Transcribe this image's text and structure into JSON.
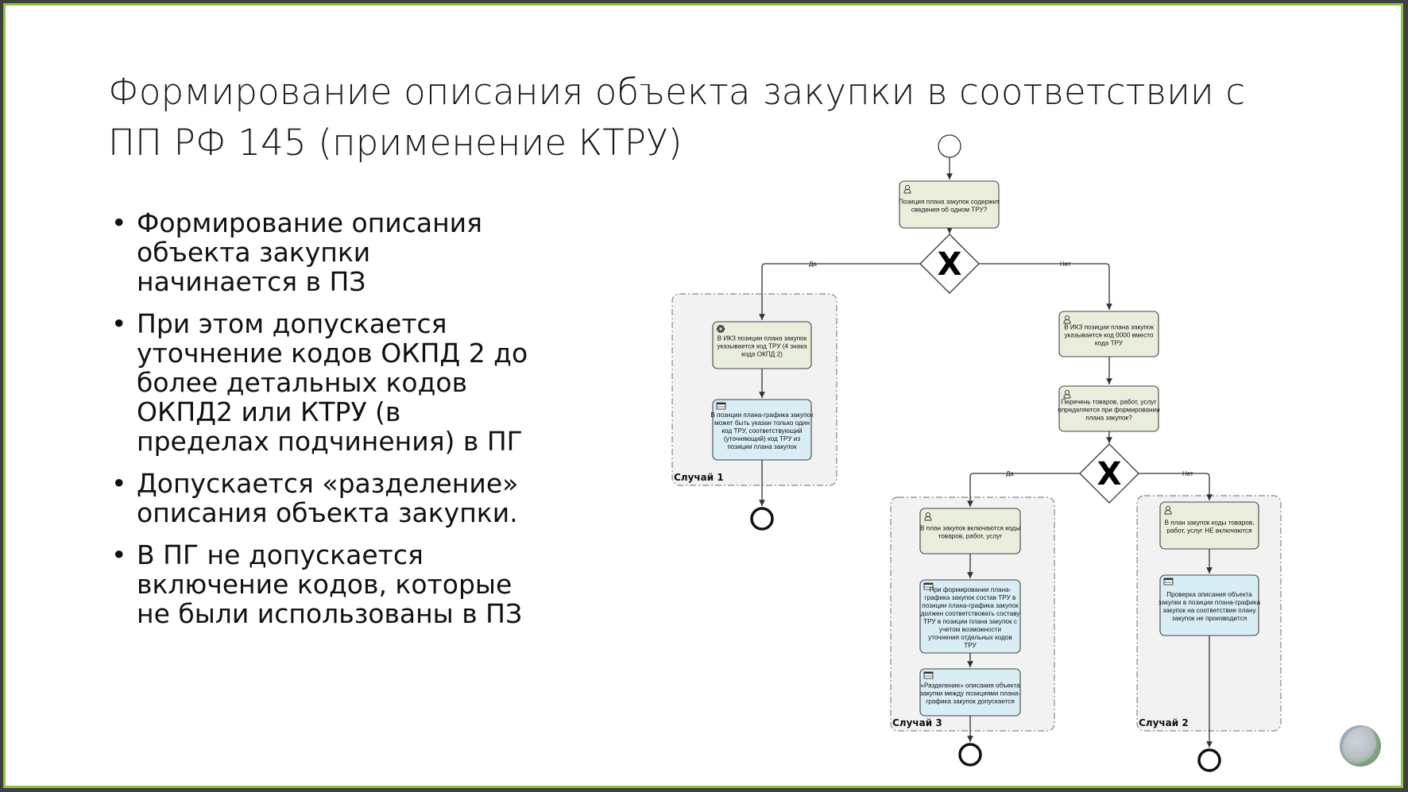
{
  "slide": {
    "title_lines": [
      "Формирование описания объекта закупки в соответствии с",
      "ПП РФ 145 (применение КТРУ)"
    ],
    "bullet_symbol": "•",
    "bullets": [
      "Формирование описания объекта закупки начинается в ПЗ",
      "При этом допускается уточнение кодов ОКПД 2 до более детальных кодов ОКПД2 или КТРУ (в пределах подчинения) в ПГ",
      "Допускается «разделение» описания объекта закупки.",
      "В ПГ не допускается включение кодов, которые не были использованы в ПЗ"
    ],
    "colors": {
      "frame": "#3f3f3f",
      "slide_border": "#8dc63f",
      "user_task_fill": "#e9eedc",
      "table_task_fill": "#d9edf5",
      "group_fill": "#f2f2f2",
      "line": "#333333"
    }
  },
  "diagram": {
    "flow_labels": {
      "yes": "Да",
      "no": "Нет"
    },
    "gateway_symbol": "X",
    "tasks": {
      "t_start_question": {
        "icon": "user-icon",
        "lines": [
          "Позиция плана закупок содержит",
          "сведения об одном ТРУ?"
        ]
      },
      "t_case1_a": {
        "icon": "gear-icon",
        "lines": [
          "В ИКЗ позиции плана закупок",
          "указывается код ТРУ (4 знака",
          "кода ОКПД 2)"
        ]
      },
      "t_case1_b": {
        "icon": "table-icon",
        "lines": [
          "В позиции плана-графика закупок",
          "может быть указан только один",
          "код ТРУ, соответствующий",
          "(уточняющий) код ТРУ из",
          "позиции плана закупок"
        ]
      },
      "t_right_a": {
        "icon": "user-icon",
        "lines": [
          "В ИКЗ позиции плана закупок",
          "указывается код 0000 вместо",
          "кода ТРУ"
        ]
      },
      "t_right_b": {
        "icon": "user-icon",
        "lines": [
          "Перечень товаров, работ, услуг",
          "определяется при формировании",
          "плана закупок?"
        ]
      },
      "t_case3_a": {
        "icon": "user-icon",
        "lines": [
          "В план закупок включаются коды",
          "товаров, работ, услуг"
        ]
      },
      "t_case3_b": {
        "icon": "table-icon",
        "lines": [
          "При формировании плана-",
          "графика закупок состав ТРУ в",
          "позиции плана-графика закупок",
          "должен соответствовать составу",
          "ТРУ в позиции плана закупок с",
          "учетом возможности",
          "уточнения отдельных кодов",
          "ТРУ"
        ]
      },
      "t_case3_c": {
        "icon": "table-icon",
        "lines": [
          "«Разделение» описания объекта",
          "закупки между позициями плана-",
          "графика закупок допускается"
        ]
      },
      "t_case2_a": {
        "icon": "user-icon",
        "lines": [
          "В план закупок коды товаров,",
          "работ, услуг НЕ включаются"
        ]
      },
      "t_case2_b": {
        "icon": "table-icon",
        "lines": [
          "Проверка описания объекта",
          "закупки в позиции плана-графика",
          "закупок на соответствие плану",
          "закупок не производится"
        ]
      }
    },
    "groups": {
      "case1": "Случай 1",
      "case2": "Случай 2",
      "case3": "Случай 3"
    }
  }
}
